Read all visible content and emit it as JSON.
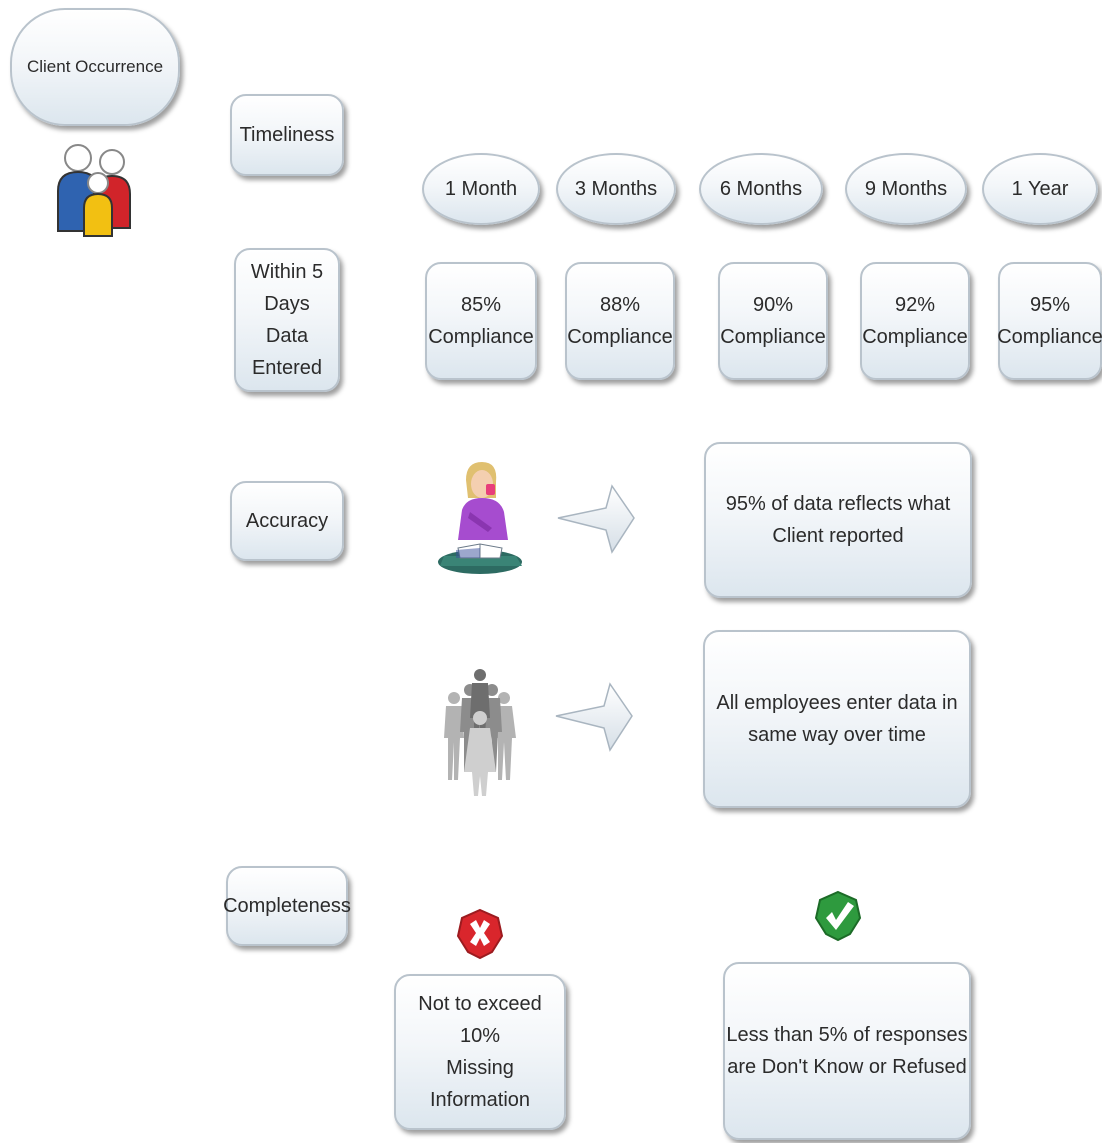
{
  "client_occurrence": "Client Occurrence",
  "timeliness": {
    "label": "Timeliness",
    "periods": [
      "1 Month",
      "3 Months",
      "6 Months",
      "9 Months",
      "1 Year"
    ],
    "row_label_lines": [
      "Within 5",
      "Days",
      "Data",
      "Entered"
    ],
    "targets": [
      {
        "percent": "85%",
        "word": "Compliance"
      },
      {
        "percent": "88%",
        "word": "Compliance"
      },
      {
        "percent": "90%",
        "word": "Compliance"
      },
      {
        "percent": "92%",
        "word": "Compliance"
      },
      {
        "percent": "95%",
        "word": "Compliance"
      }
    ]
  },
  "accuracy": {
    "label": "Accuracy",
    "reflects_lines": [
      "95% of data reflects what",
      "Client reported"
    ],
    "consistency_lines": [
      "All employees enter data in",
      "same way over time"
    ]
  },
  "completeness": {
    "label": "Completeness",
    "missing_lines": [
      "Not to exceed 10%",
      "Missing",
      "Information"
    ],
    "responses_lines": [
      "Less than 5% of responses",
      "are Don't Know or Refused"
    ]
  },
  "colors": {
    "box_border": "#b9c3cc",
    "cross_red": "#d9262c",
    "check_green": "#2e9a3e"
  }
}
